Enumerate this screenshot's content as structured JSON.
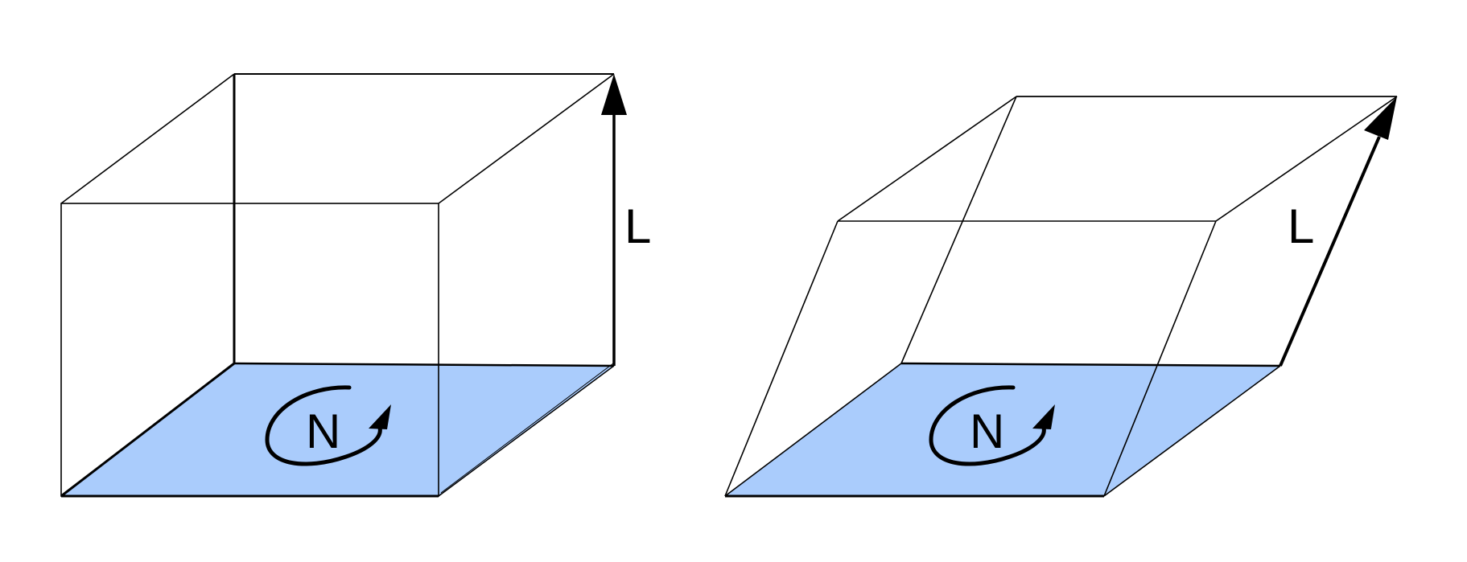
{
  "diagram": {
    "colors": {
      "base_fill": "#aaccfc",
      "stroke": "#000000",
      "background": "#ffffff"
    },
    "panels": [
      {
        "shape": "cube",
        "height_label": "L",
        "circulation_label": "N"
      },
      {
        "shape": "sheared-prism",
        "height_label": "L",
        "circulation_label": "N"
      }
    ]
  }
}
